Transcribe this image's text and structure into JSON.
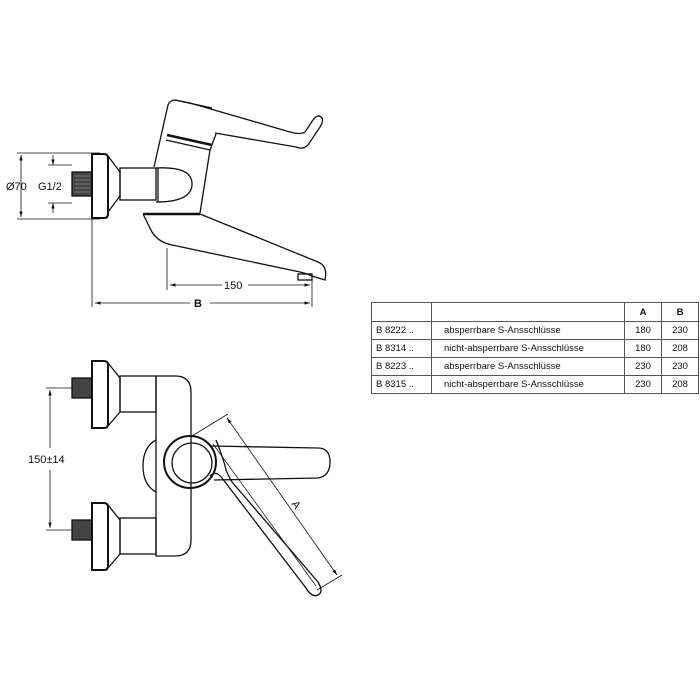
{
  "side_view": {
    "dim_diameter_label": "Ø70",
    "dim_thread_label": "G1/2",
    "dim_spout_label": "150",
    "dim_overall_label": "B"
  },
  "top_view": {
    "dim_center_distance_label": "150±14",
    "dim_lever_label": "A"
  },
  "spec_table": {
    "headers": [
      "",
      "",
      "A",
      "B"
    ],
    "rows": [
      {
        "code": "B 8222 ..",
        "description": "absperrbare S-Ansschlüsse",
        "a": "180",
        "b": "230"
      },
      {
        "code": "B 8314 ..",
        "description": "nicht-absperrbare S-Ansschlüsse",
        "a": "180",
        "b": "208"
      },
      {
        "code": "B 8223 ..",
        "description": "absperrbare S-Ansschlüsse",
        "a": "230",
        "b": "230"
      },
      {
        "code": "B 8315 ..",
        "description": "nicht-absperrbare S-Ansschlüsse",
        "a": "230",
        "b": "208"
      }
    ]
  }
}
